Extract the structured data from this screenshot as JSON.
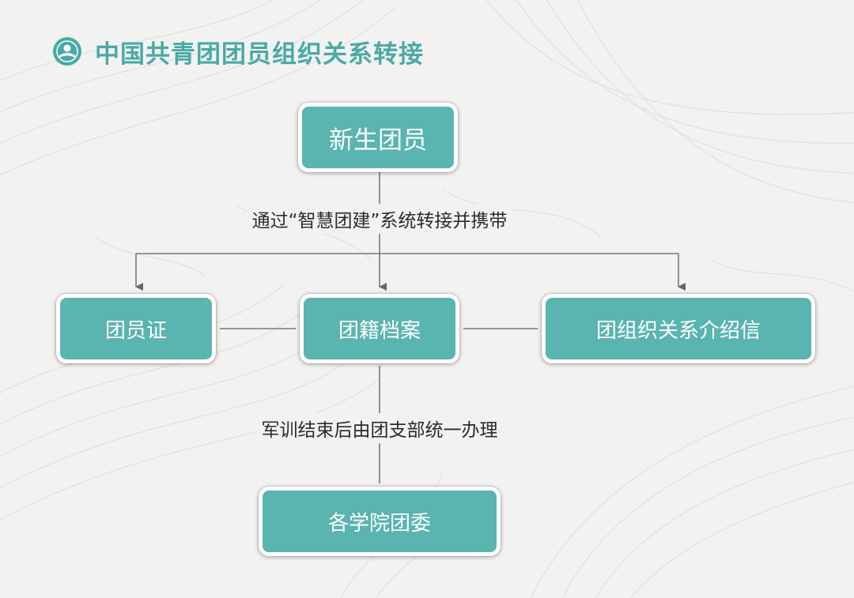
{
  "header": {
    "title": "中国共青团团员组织关系转接",
    "logo_icon": "youth-league-emblem-icon"
  },
  "colors": {
    "accent": "#5ab4b0",
    "title": "#4aa9a5",
    "line": "#777777",
    "text": "#2b2b2b"
  },
  "diagram": {
    "nodes": {
      "new_member": "新生团员",
      "member_card": "团员证",
      "archive": "团籍档案",
      "letter": "团组织关系介绍信",
      "committee": "各学院团委"
    },
    "edges": {
      "upper_label": "通过“智慧团建”系统转接并携带",
      "lower_label": "军训结束后由团支部统一办理"
    }
  }
}
